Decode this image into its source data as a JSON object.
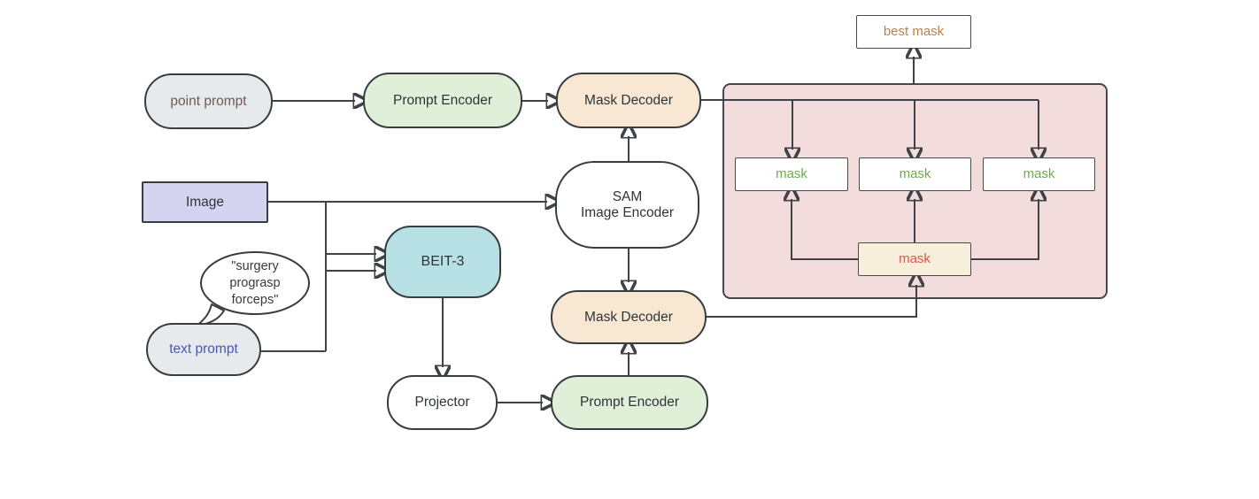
{
  "diagram_type": "flowchart",
  "nodes": {
    "point_prompt": {
      "label": "point prompt",
      "text_color": "#6e5b52",
      "fill": "#e7eaec"
    },
    "prompt_encoder_top": {
      "label": "Prompt Encoder",
      "fill": "#e0efd8"
    },
    "mask_decoder_top": {
      "label": "Mask Decoder",
      "fill": "#f8e7d3"
    },
    "best_mask": {
      "label": "best mask",
      "text_color": "#b5824e",
      "fill": "#ffffff"
    },
    "mask_candidates": [
      "mask",
      "mask",
      "mask"
    ],
    "mask_candidates_text_color": "#6faa4e",
    "selected_mask": {
      "label": "mask",
      "text_color": "#e0544b",
      "fill": "#f7eedb"
    },
    "image": {
      "label": "Image",
      "fill": "#d5d3f0"
    },
    "sam_image_encoder": {
      "line1": "SAM",
      "line2": "Image Encoder",
      "fill": "#ffffff"
    },
    "speech_bubble": {
      "lines": [
        "\"surgery",
        "prograsp",
        "forceps\""
      ]
    },
    "text_prompt": {
      "label": "text prompt",
      "text_color": "#4657b8",
      "fill": "#e7eaec"
    },
    "beit3": {
      "label": "BEIT-3",
      "fill": "#b8e1e6"
    },
    "projector": {
      "label": "Projector",
      "fill": "#ffffff"
    },
    "prompt_encoder_bottom": {
      "label": "Prompt Encoder",
      "fill": "#e0efd8"
    },
    "mask_decoder_bottom": {
      "label": "Mask Decoder",
      "fill": "#f8e7d3"
    }
  },
  "colors": {
    "background": "#ffffff",
    "node_border": "#383d41",
    "arrow": "#3f4347",
    "panel_pink": "#f3dddc",
    "panel_border": "#44484c"
  }
}
